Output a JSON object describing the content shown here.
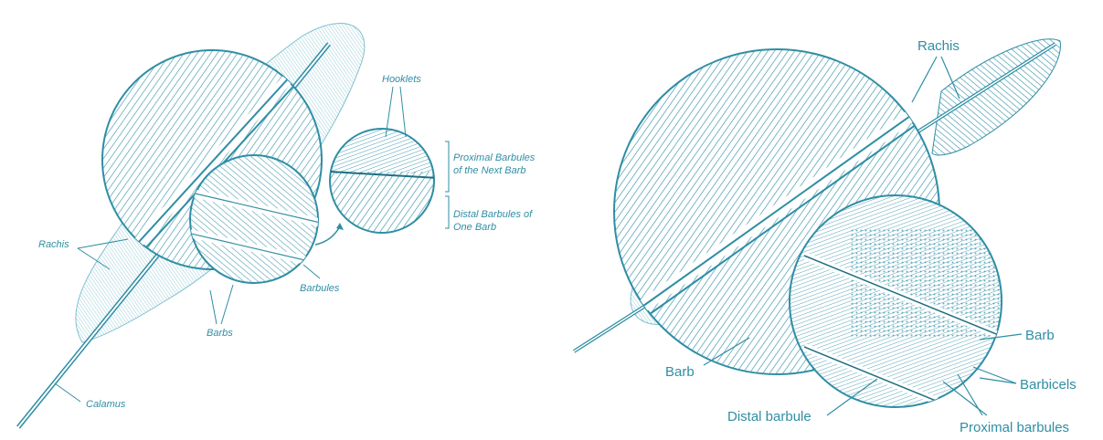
{
  "colors": {
    "ink": "#2f8ea4",
    "ink_dark": "#1f6f82",
    "ink_light": "#7fc0cf",
    "fill_pale": "#e3f2f6",
    "background": "#ffffff"
  },
  "left_diagram": {
    "labels": {
      "hooklets": "Hooklets",
      "proximal_line1": "Proximal Barbules",
      "proximal_line2": "of the Next Barb",
      "distal_line1": "Distal Barbules of",
      "distal_line2": "One Barb",
      "rachis": "Rachis",
      "barbules": "Barbules",
      "barbs": "Barbs",
      "calamus": "Calamus"
    }
  },
  "right_diagram": {
    "labels": {
      "rachis": "Rachis",
      "barb_left": "Barb",
      "barb_right": "Barb",
      "barbicels": "Barbicels",
      "distal_barbule": "Distal barbule",
      "proximal_barbules": "Proximal barbules"
    }
  }
}
